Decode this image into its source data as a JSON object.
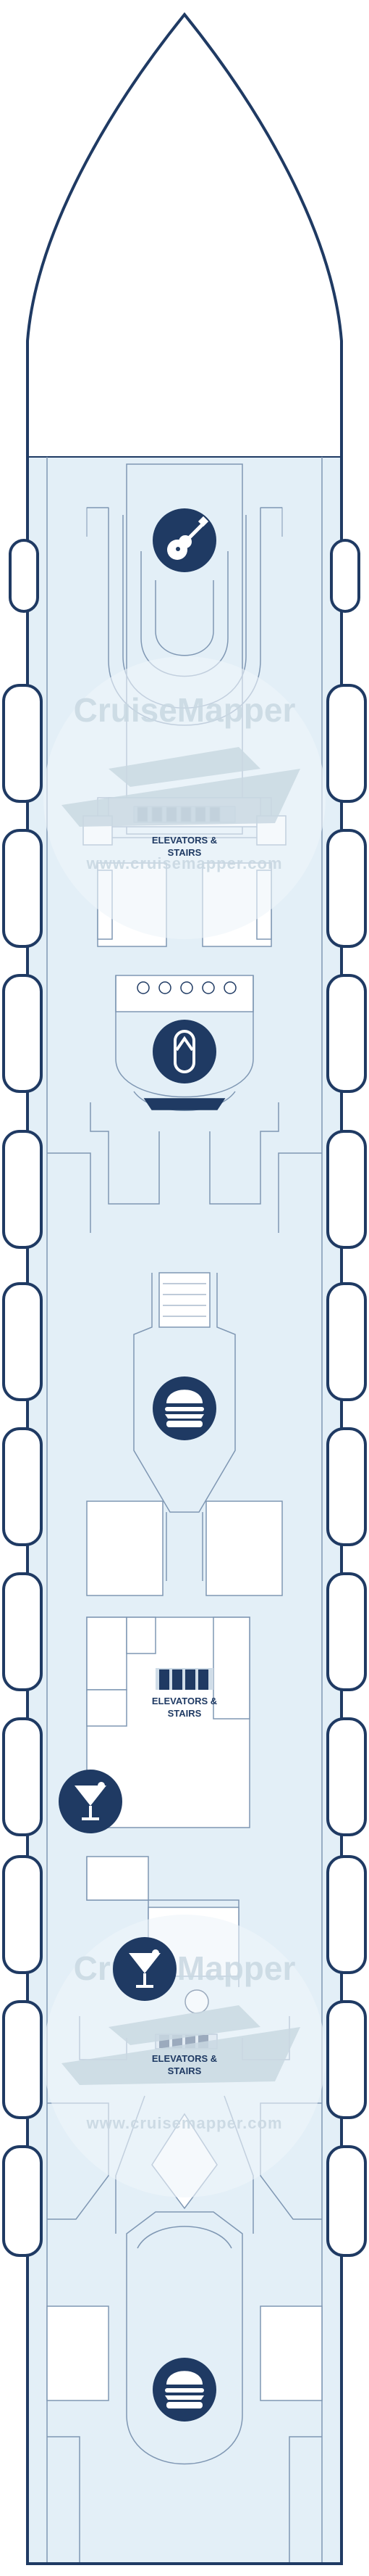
{
  "watermarks": [
    {
      "brand": "CruiseMapper",
      "url": "www.cruisemapper.com"
    },
    {
      "brand": "CruiseMapper",
      "url": "www.cruisemapper.com"
    }
  ],
  "labels": {
    "elevators_1": [
      "ELEVATORS &",
      "STAIRS"
    ],
    "elevators_2": [
      "ELEVATORS &",
      "STAIRS"
    ],
    "elevators_3": [
      "ELEVATORS &",
      "STAIRS"
    ]
  },
  "venue_icons": [
    {
      "icon": "guitar-icon"
    },
    {
      "icon": "flip-flop-icon"
    },
    {
      "icon": "burger-icon"
    },
    {
      "icon": "cocktail-icon"
    },
    {
      "icon": "cocktail-icon"
    },
    {
      "icon": "burger-icon"
    }
  ],
  "colors": {
    "hull_stroke": "#1f3a63",
    "deck_fill": "#e3eff7",
    "icon_circle": "#1f3a63",
    "watermark": "#c9d8e2"
  }
}
